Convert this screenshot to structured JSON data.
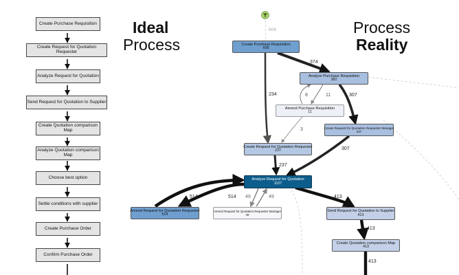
{
  "headings": {
    "ideal_line1": "Ideal",
    "ideal_line2": "Process",
    "reality_line1": "Process",
    "reality_line2": "Reality"
  },
  "ideal_steps": [
    "Create Purchase Requisition",
    "Create Request for Quotation Requester",
    "Analyze Request for Quotation",
    "Send Request for Quotation to Supplier",
    "Create Quotation comparison Map",
    "Analyze Quotation comparison Map",
    "Choose best option",
    "Settle conditions with supplier",
    "Create Purchase Order",
    "Confirm Purchase Order"
  ],
  "colors": {
    "node_darkest": "#0d5d8c",
    "node_dark": "#6f9fcf",
    "node_mid": "#a9bfdf",
    "node_light": "#c3d0e7",
    "node_pale": "#eef0f7",
    "ideal_step": "#e4e4e4",
    "start_icon": "#a8d26d"
  },
  "reality": {
    "start_count": "608",
    "nodes": {
      "cpr": {
        "label": "Create Purchase Requisition",
        "count": "608"
      },
      "apr": {
        "label": "Analyze Purchase Requisition",
        "count": "382"
      },
      "amend_pr": {
        "label": "Amend Purchase Requisition",
        "count": "11"
      },
      "crfq_mgr": {
        "label": "Create Request for Quotation Requester Manager",
        "count": "307"
      },
      "crfq_req": {
        "label": "Create Request for Quotation Requester",
        "count": "237"
      },
      "arfq": {
        "label": "Analyze Request for Quotation",
        "count": "1107"
      },
      "amend_rfq_req": {
        "label": "Amend Request for Quotation Requester",
        "count": "514"
      },
      "amend_rfq_mgr": {
        "label": "Amend Request for Quotation Requester Manager",
        "count": "49"
      },
      "send_rfq": {
        "label": "Send Request for Quotation to Supplier",
        "count": "413"
      },
      "cqcm": {
        "label": "Create Quotation comparison Map",
        "count": "413"
      }
    },
    "edges": {
      "cpr_apr": "374",
      "cpr_crfq_req": "234",
      "apr_amend_pr": "11",
      "amend_pr_apr": "8",
      "apr_crfq_mgr": "307",
      "amend_pr_crfq_req": "3",
      "crfq_mgr_arfq": "307",
      "crfq_req_arfq": "237",
      "arfq_amend_rfq_req": "514",
      "amend_rfq_req_arfq": "514",
      "arfq_amend_rfq_mgr": "49",
      "amend_rfq_mgr_arfq": "49",
      "arfq_send_rfq": "413",
      "send_rfq_cqcm": "413",
      "cqcm_next": "413"
    }
  }
}
